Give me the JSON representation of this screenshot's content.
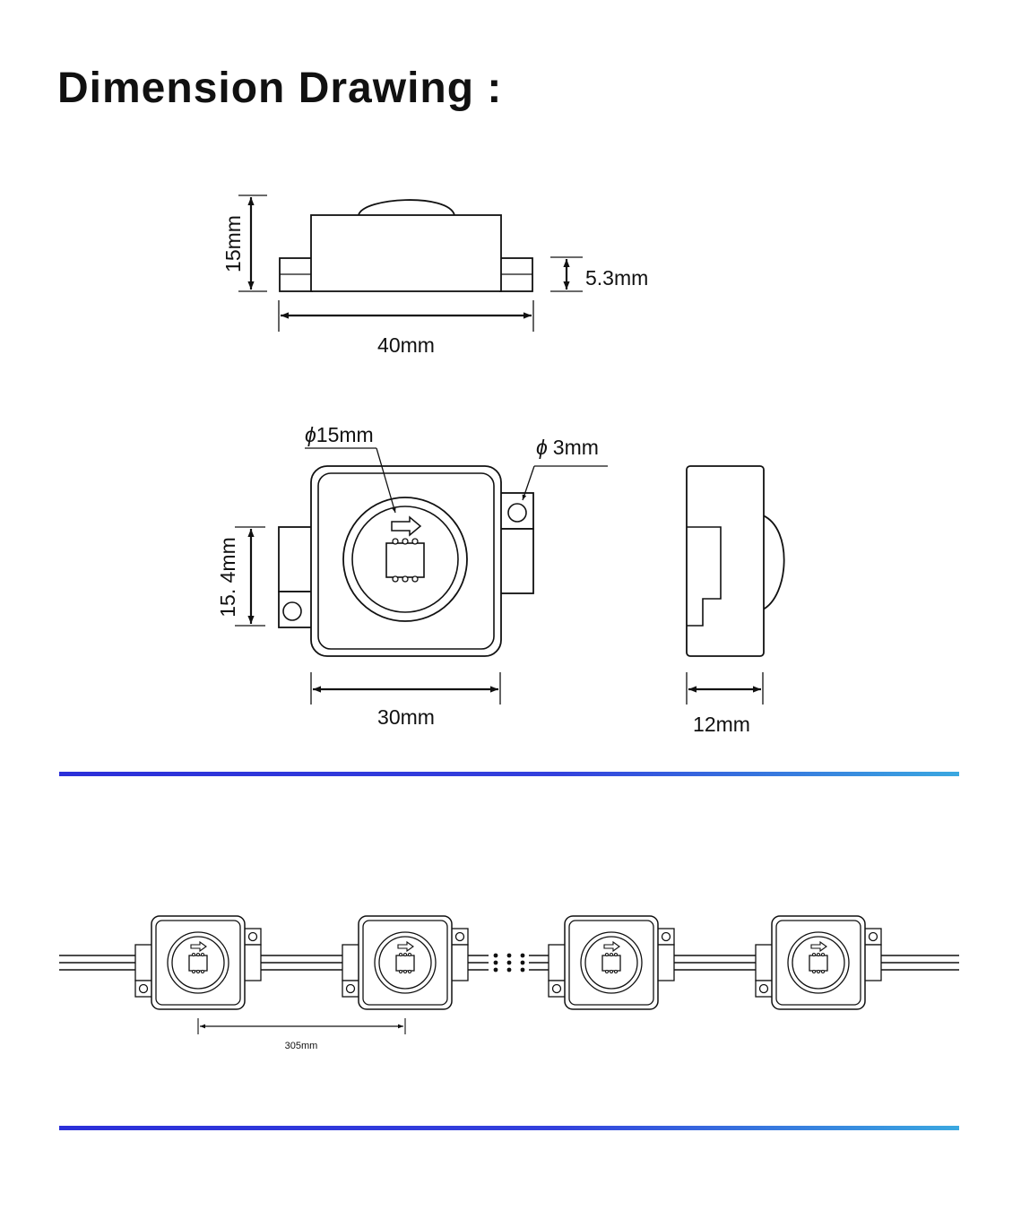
{
  "title": "Dimension Drawing :",
  "side_view": {
    "height_label": "15mm",
    "tab_height_label": "5.3mm",
    "width_label": "40mm"
  },
  "front_view": {
    "lens_diameter_label": "15mm",
    "hole_diameter_label": "3mm",
    "diameter_symbol": "ϕ",
    "flange_height_label": "15. 4mm",
    "body_width_label": "30mm"
  },
  "profile_view": {
    "depth_label": "12mm"
  },
  "string_view": {
    "pitch_label": "305mm"
  },
  "colors": {
    "divider_start": "#2b2fd9",
    "divider_end": "#3aa8e0",
    "line": "#111111"
  }
}
